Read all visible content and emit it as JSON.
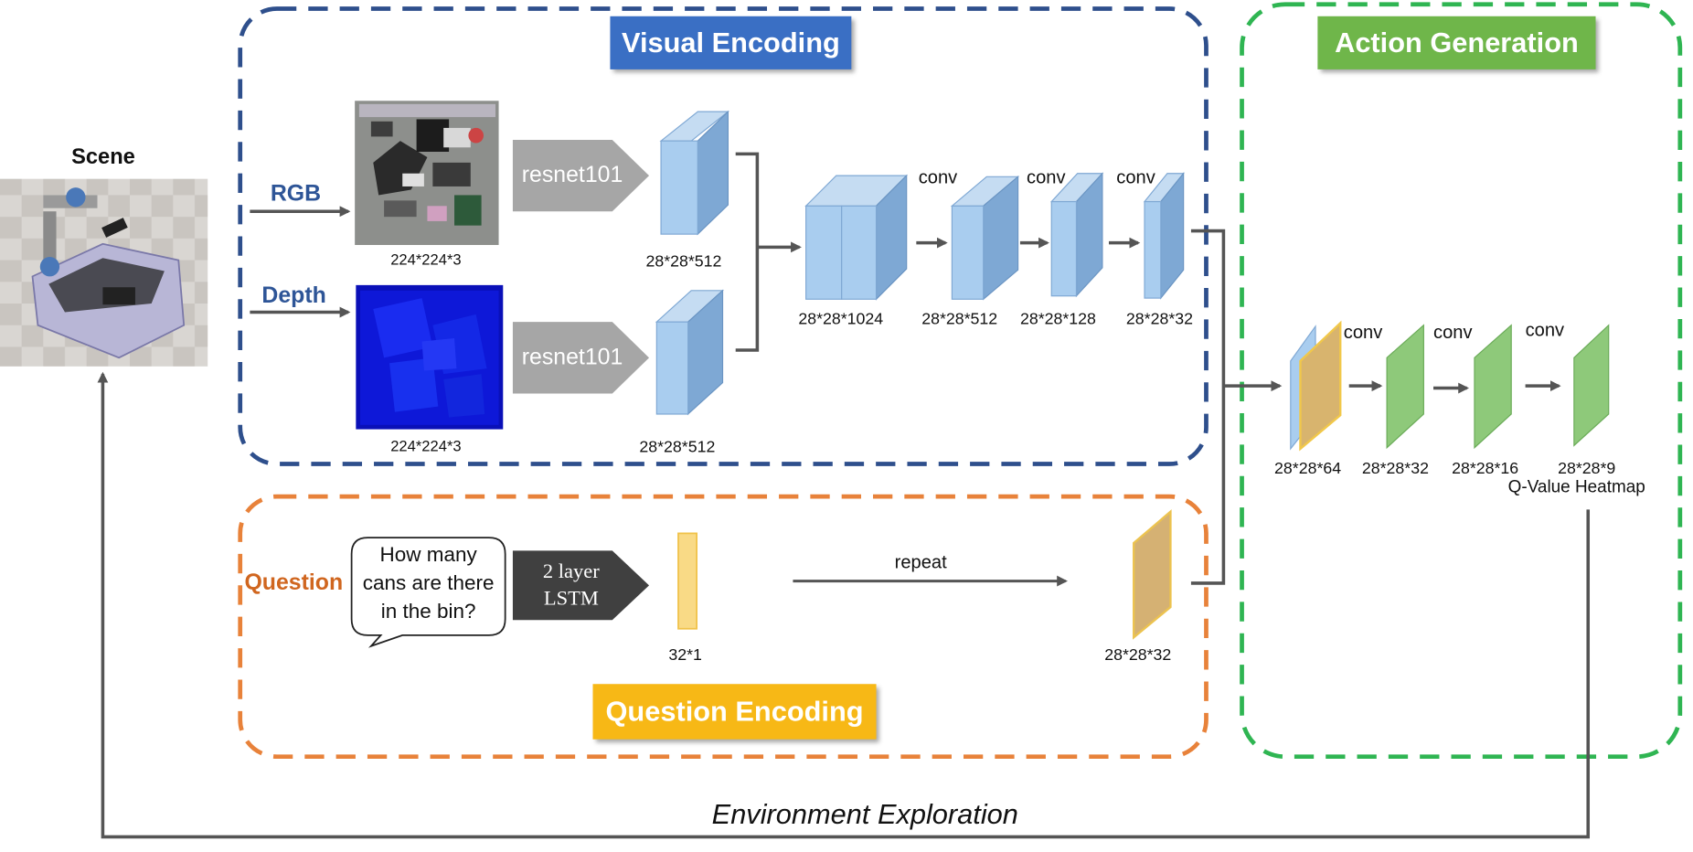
{
  "scene": {
    "label": "Scene"
  },
  "visual_encoding": {
    "title": "Visual Encoding",
    "rgb_label": "RGB",
    "depth_label": "Depth",
    "rgb_dims": "224*224*3",
    "depth_dims": "224*224*3",
    "resnet_top": "resnet101",
    "resnet_bottom": "resnet101",
    "feat_top_dims": "28*28*512",
    "feat_bottom_dims": "28*28*512",
    "concat_dims": "28*28*1024",
    "conv1_label": "conv",
    "conv1_dims": "28*28*512",
    "conv2_label": "conv",
    "conv2_dims": "28*28*128",
    "conv3_label": "conv",
    "conv3_dims": "28*28*32"
  },
  "question_encoding": {
    "title": "Question Encoding",
    "label": "Question",
    "question_lines": [
      "How many",
      "cans are there",
      "in the bin?"
    ],
    "lstm_lines": [
      "2 layer",
      "LSTM"
    ],
    "vector_dims": "32*1",
    "repeat_label": "repeat",
    "tiled_dims": "28*28*32"
  },
  "action_generation": {
    "title": "Action Generation",
    "concat_dims": "28*28*64",
    "conv1_label": "conv",
    "conv1_dims": "28*28*32",
    "conv2_label": "conv",
    "conv2_dims": "28*28*16",
    "conv3_label": "conv",
    "conv3_dims": "28*28*9",
    "output_label": "Q-Value Heatmap"
  },
  "loop_label": "Environment Exploration",
  "colors": {
    "visual_border": "#2e4f8c",
    "question_border": "#e8823a",
    "action_border": "#2fb552",
    "visual_title_bg": "#3a6fc4",
    "question_title_bg": "#f7b816",
    "action_title_bg": "#6fb64a",
    "blue_block": "#9ec5ea",
    "yellow_block": "#f6d98c",
    "green_block": "#8ec97a"
  }
}
